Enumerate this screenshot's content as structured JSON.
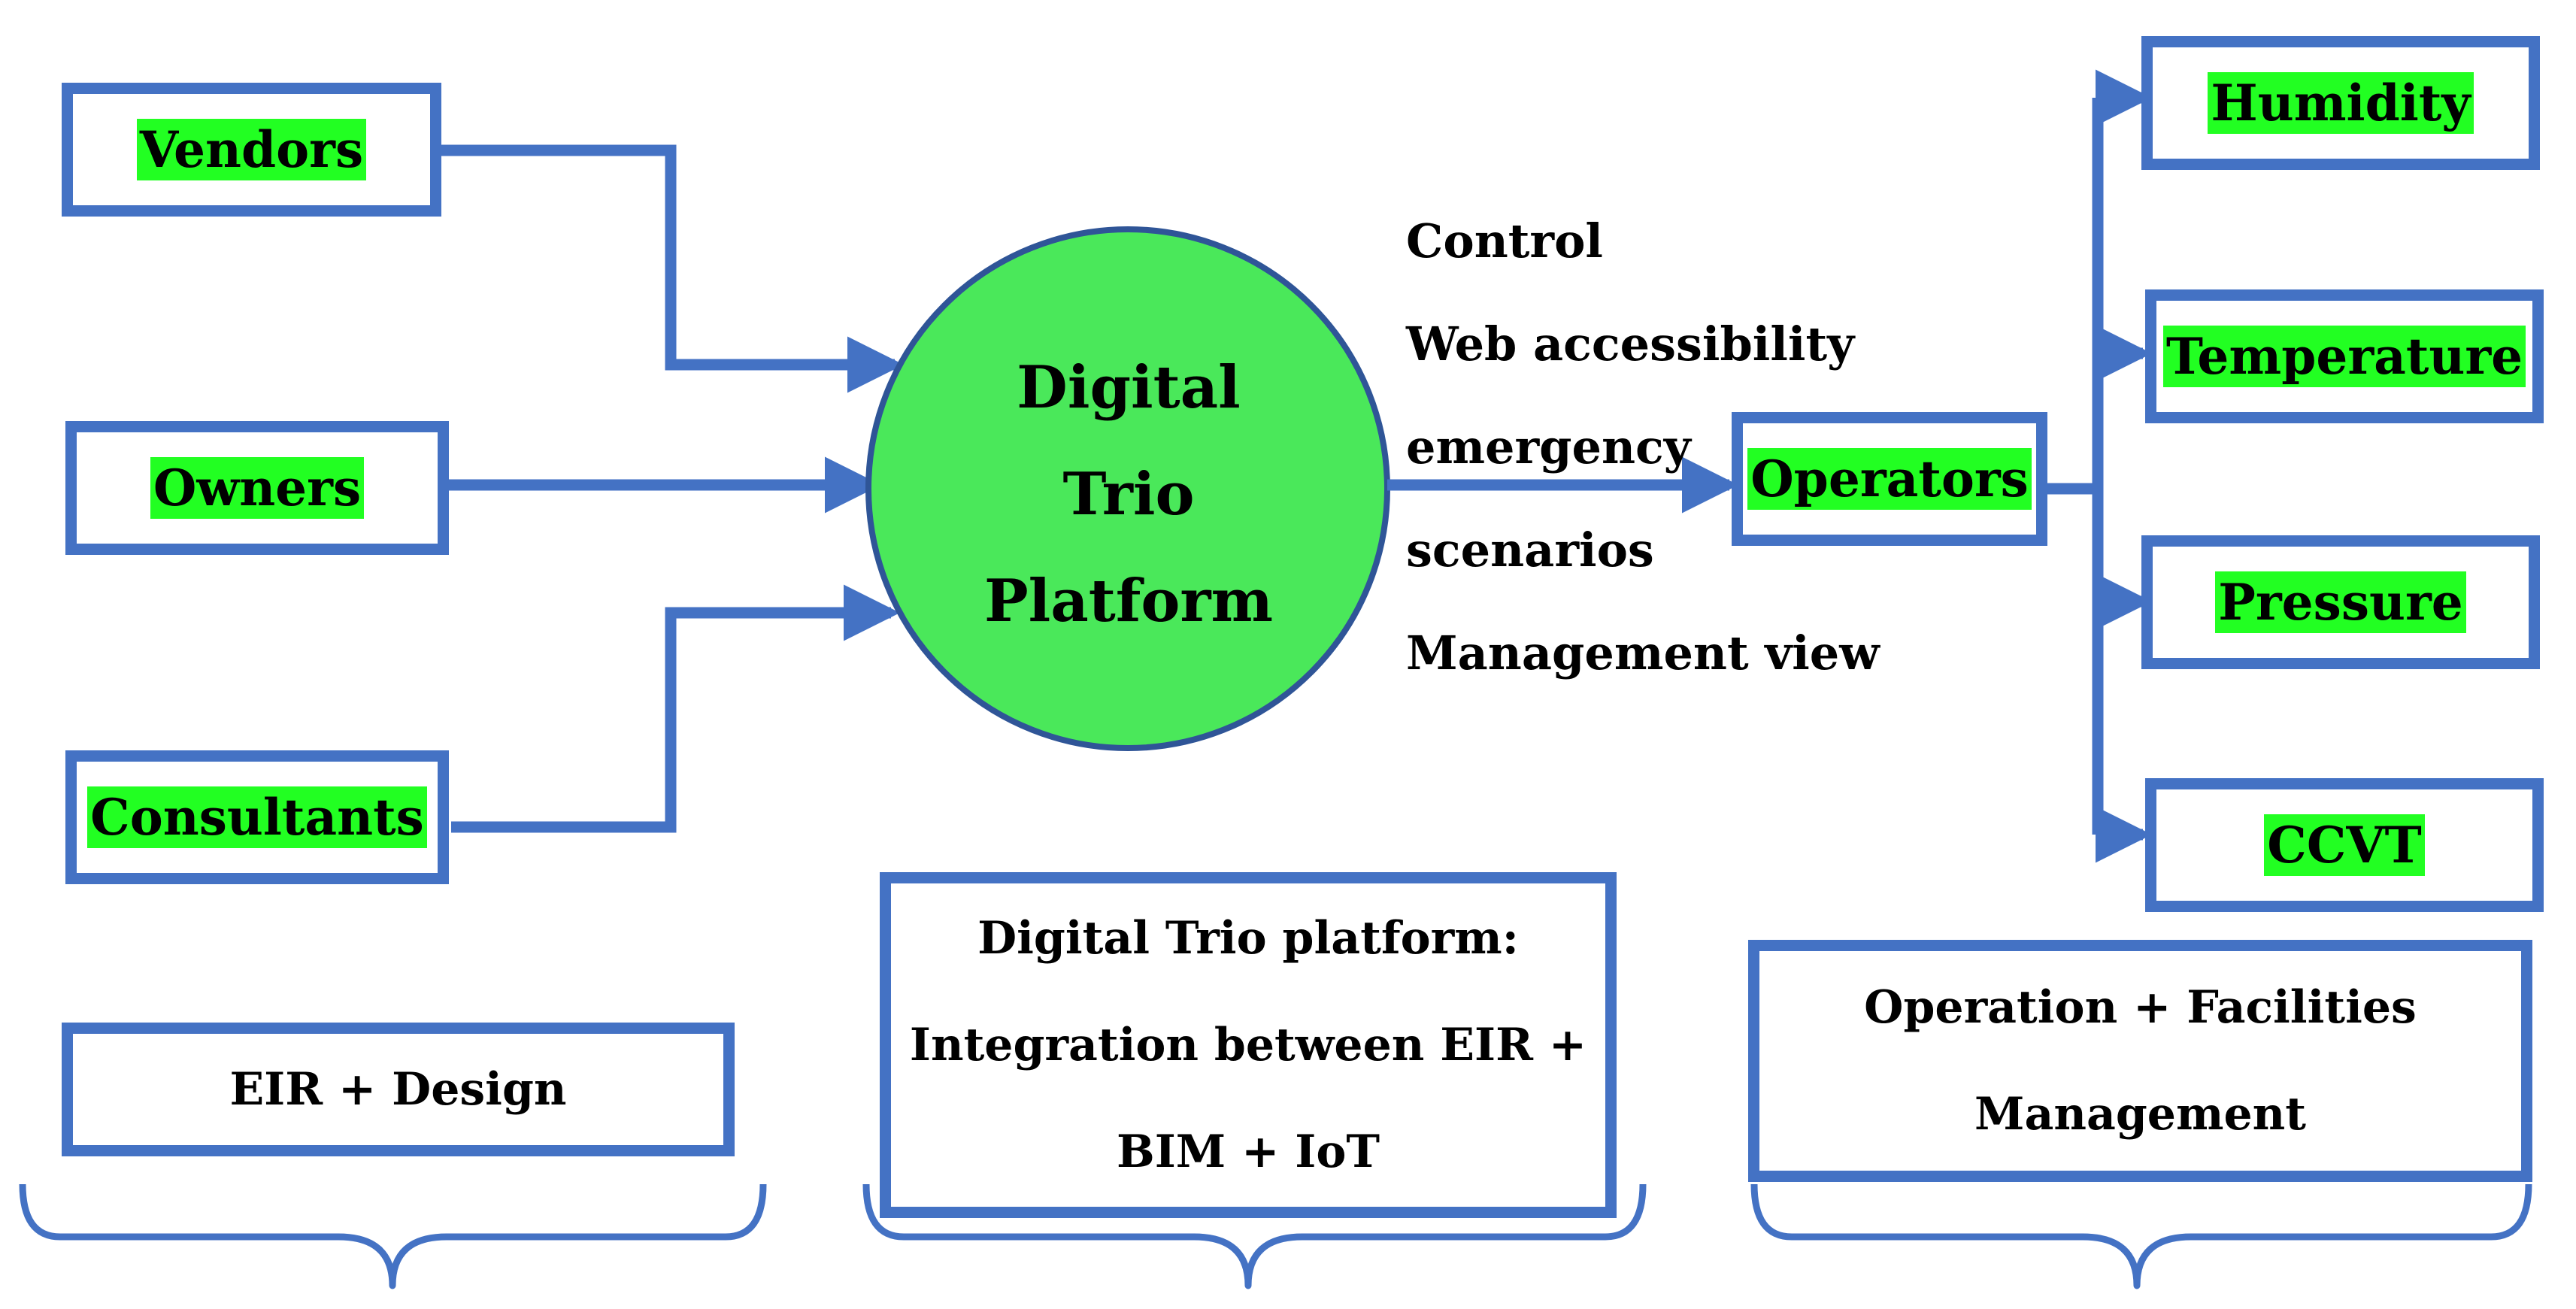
{
  "colors": {
    "accent": "#4472c4",
    "circle_fill": "#4ae85a",
    "highlight": "#22ff22"
  },
  "inputs": {
    "vendors": "Vendors",
    "owners": "Owners",
    "consultants": "Consultants"
  },
  "platform": {
    "line1": "Digital",
    "line2": "Trio",
    "line3": "Platform"
  },
  "features": [
    "Control",
    "Web accessibility",
    "emergency",
    "scenarios",
    "Management view"
  ],
  "operators": "Operators",
  "outputs": {
    "humidity": "Humidity",
    "temperature": "Temperature",
    "pressure": "Pressure",
    "ccvt": "CCVT"
  },
  "phases": {
    "design": {
      "line1": "EIR + Design"
    },
    "integration": {
      "line1": "Digital Trio platform:",
      "line2": "Integration between EIR +",
      "line3": "BIM + IoT"
    },
    "operation": {
      "line1": "Operation + Facilities",
      "line2": "Management"
    }
  }
}
